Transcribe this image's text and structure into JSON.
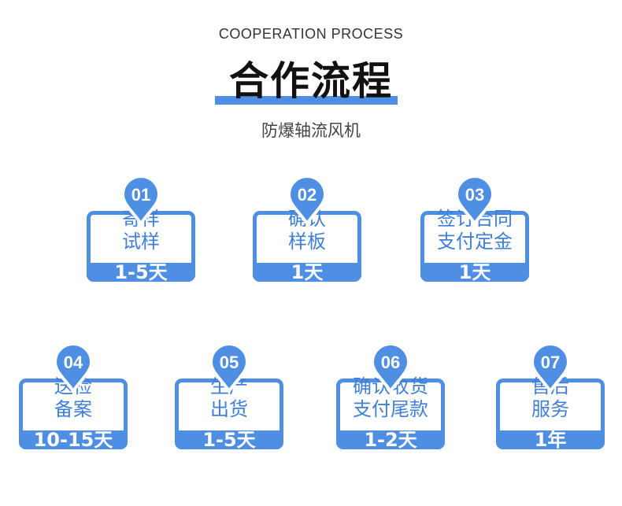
{
  "header": {
    "subtitle_en": "COOPERATION PROCESS",
    "title": "合作流程",
    "product": "防爆轴流风机"
  },
  "colors": {
    "accent": "#4f8fe3",
    "text_blue": "#3f7fd8"
  },
  "steps": [
    {
      "num": "01",
      "line1": "寄样",
      "line2": "试样",
      "duration": "1-5天"
    },
    {
      "num": "02",
      "line1": "确认",
      "line2": "样板",
      "duration": "1天"
    },
    {
      "num": "03",
      "line1": "签订合同",
      "line2": "支付定金",
      "duration": "1天"
    },
    {
      "num": "04",
      "line1": "送检",
      "line2": "备案",
      "duration": "10-15天"
    },
    {
      "num": "05",
      "line1": "生产",
      "line2": "出货",
      "duration": "1-5天"
    },
    {
      "num": "06",
      "line1": "确认收货",
      "line2": "支付尾款",
      "duration": "1-2天"
    },
    {
      "num": "07",
      "line1": "售后",
      "line2": "服务",
      "duration": "1年"
    }
  ]
}
